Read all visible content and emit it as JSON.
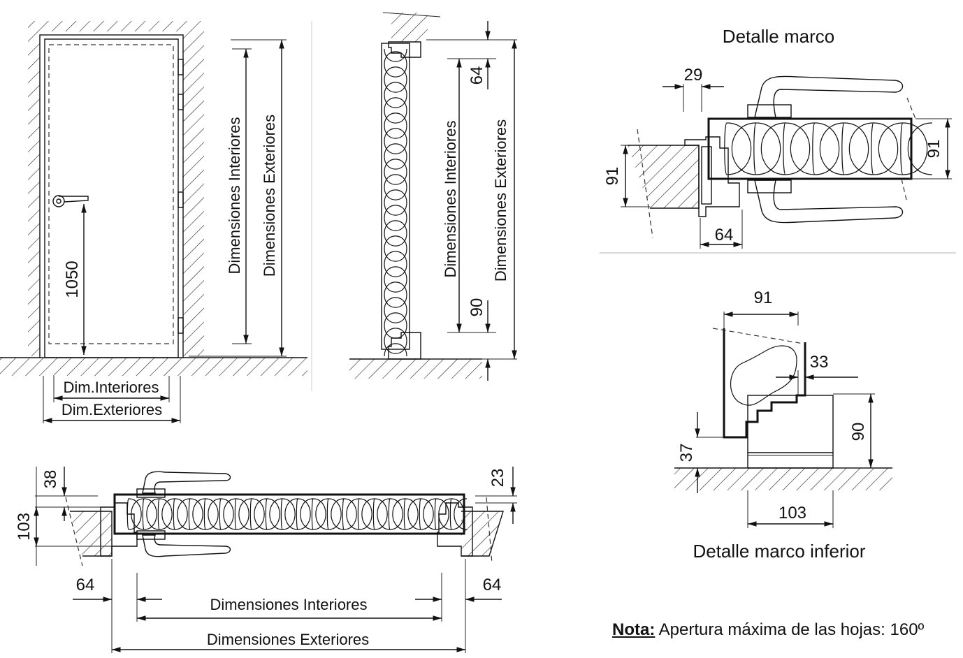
{
  "titles": {
    "frame_detail": "Detalle marco",
    "bottom_frame_detail": "Detalle marco inferior"
  },
  "labels": {
    "interior_dimensions": "Dimensiones Interiores",
    "exterior_dimensions": "Dimensiones Exteriores",
    "dim_interior_short": "Dim.Interiores",
    "dim_exterior_short": "Dim.Exteriores"
  },
  "dimensions": {
    "handle_height": "1050",
    "section_top": "64",
    "section_bottom": "90",
    "frame_29": "29",
    "frame_91_left": "91",
    "frame_91_right": "91",
    "frame_64": "64",
    "plan_38": "38",
    "plan_103": "103",
    "plan_23": "23",
    "plan_64_left": "64",
    "plan_64_right": "64",
    "bottom_91": "91",
    "bottom_33": "33",
    "bottom_90": "90",
    "bottom_37": "37",
    "bottom_103": "103"
  },
  "note": {
    "label": "Nota:",
    "text": " Apertura máxima de las hojas: 160º"
  }
}
